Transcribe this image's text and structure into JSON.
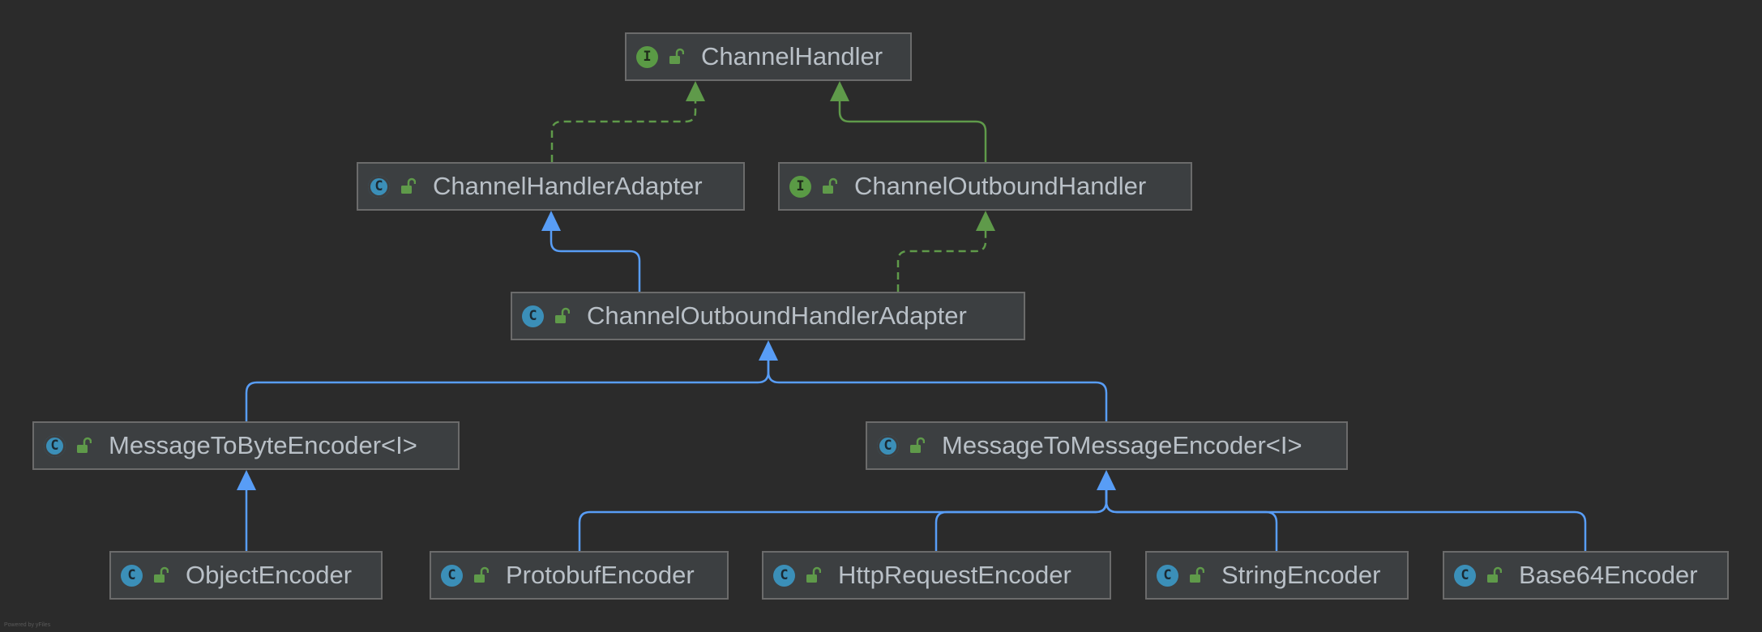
{
  "colors": {
    "background": "#2b2b2b",
    "node_fill": "#3c3f41",
    "node_border": "#6b6b6b",
    "text": "#b9c0c7",
    "interface_badge": "#5a9a45",
    "class_badge": "#3b8fb8",
    "extends_edge": "#589df6",
    "implements_edge": "#5f9a4a"
  },
  "nodes": [
    {
      "id": "channel-handler",
      "label": "ChannelHandler",
      "kind": "interface",
      "badge": "I",
      "badge_icon": "interface-icon"
    },
    {
      "id": "channel-handler-adapter",
      "label": "ChannelHandlerAdapter",
      "kind": "abstract",
      "badge": "C",
      "badge_icon": "abstract-class-icon"
    },
    {
      "id": "channel-outbound-handler",
      "label": "ChannelOutboundHandler",
      "kind": "interface",
      "badge": "I",
      "badge_icon": "interface-icon"
    },
    {
      "id": "channel-outbound-handler-adapter",
      "label": "ChannelOutboundHandlerAdapter",
      "kind": "class",
      "badge": "C",
      "badge_icon": "class-icon"
    },
    {
      "id": "message-to-byte-encoder",
      "label": "MessageToByteEncoder<I>",
      "kind": "abstract",
      "badge": "C",
      "badge_icon": "abstract-class-icon"
    },
    {
      "id": "message-to-message-encoder",
      "label": "MessageToMessageEncoder<I>",
      "kind": "abstract",
      "badge": "C",
      "badge_icon": "abstract-class-icon"
    },
    {
      "id": "object-encoder",
      "label": "ObjectEncoder",
      "kind": "class",
      "badge": "C",
      "badge_icon": "class-icon"
    },
    {
      "id": "protobuf-encoder",
      "label": "ProtobufEncoder",
      "kind": "class",
      "badge": "C",
      "badge_icon": "class-icon"
    },
    {
      "id": "http-request-encoder",
      "label": "HttpRequestEncoder",
      "kind": "class",
      "badge": "C",
      "badge_icon": "class-icon"
    },
    {
      "id": "string-encoder",
      "label": "StringEncoder",
      "kind": "class",
      "badge": "C",
      "badge_icon": "class-icon"
    },
    {
      "id": "base64-encoder",
      "label": "Base64Encoder",
      "kind": "class",
      "badge": "C",
      "badge_icon": "class-icon"
    }
  ],
  "edges": [
    {
      "from": "channel-handler-adapter",
      "to": "channel-handler",
      "type": "implements"
    },
    {
      "from": "channel-outbound-handler",
      "to": "channel-handler",
      "type": "extends-interface"
    },
    {
      "from": "channel-outbound-handler-adapter",
      "to": "channel-handler-adapter",
      "type": "extends"
    },
    {
      "from": "channel-outbound-handler-adapter",
      "to": "channel-outbound-handler",
      "type": "implements"
    },
    {
      "from": "message-to-byte-encoder",
      "to": "channel-outbound-handler-adapter",
      "type": "extends"
    },
    {
      "from": "message-to-message-encoder",
      "to": "channel-outbound-handler-adapter",
      "type": "extends"
    },
    {
      "from": "object-encoder",
      "to": "message-to-byte-encoder",
      "type": "extends"
    },
    {
      "from": "protobuf-encoder",
      "to": "message-to-message-encoder",
      "type": "extends"
    },
    {
      "from": "http-request-encoder",
      "to": "message-to-message-encoder",
      "type": "extends"
    },
    {
      "from": "string-encoder",
      "to": "message-to-message-encoder",
      "type": "extends"
    },
    {
      "from": "base64-encoder",
      "to": "message-to-message-encoder",
      "type": "extends"
    }
  ],
  "lock_icon": "public-lock-icon",
  "footer": "Powered by yFiles"
}
